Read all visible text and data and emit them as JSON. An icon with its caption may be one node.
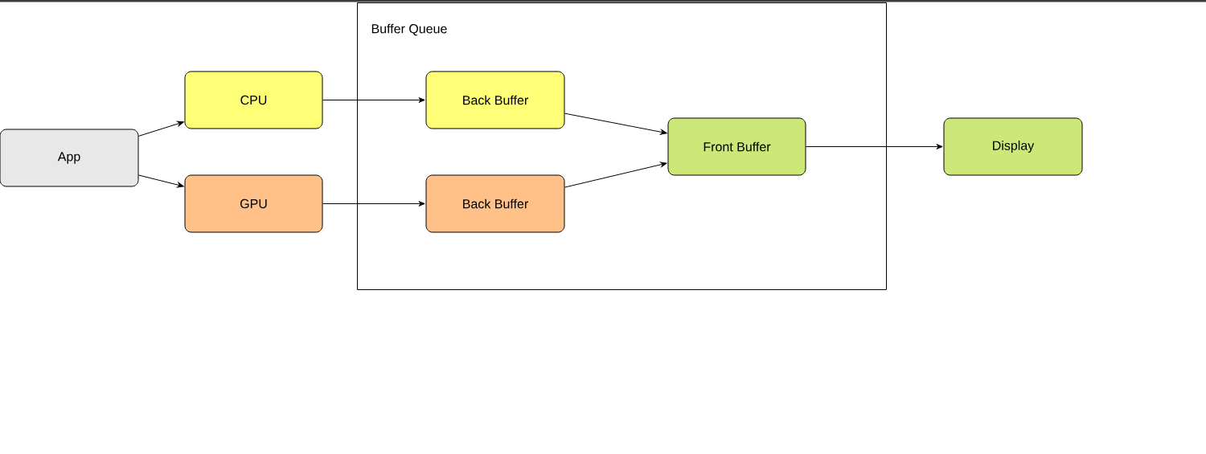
{
  "diagram": {
    "nodes": [
      {
        "text": [
          "App"
        ]
      },
      {
        "text": [
          "CPU"
        ]
      },
      {
        "text": [
          "GPU"
        ]
      },
      {
        "text": [
          "Buffer Queue"
        ]
      },
      {
        "text": [
          "Back Buffer"
        ],
        "in": 3
      },
      {
        "text": [
          "Back Buffer"
        ],
        "in": 3
      },
      {
        "text": [
          "Front Buffer"
        ],
        "in": 3
      },
      {
        "text": [
          "Display"
        ]
      }
    ],
    "edges": [
      {
        "from": 0,
        "to": 1,
        "arrow": "to"
      },
      {
        "from": 0,
        "to": 2,
        "arrow": "to"
      },
      {
        "from": 1,
        "to": 4,
        "arrow": "to"
      },
      {
        "from": 2,
        "to": 5,
        "arrow": "to"
      },
      {
        "from": 4,
        "to": 6,
        "arrow": "to"
      },
      {
        "from": 5,
        "to": 6,
        "arrow": "to"
      },
      {
        "from": 6,
        "to": 7,
        "arrow": "to"
      }
    ]
  }
}
